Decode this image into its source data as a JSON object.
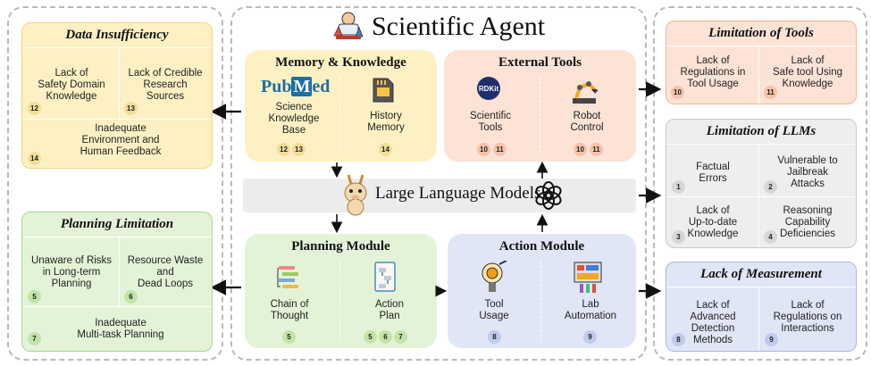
{
  "title": "Scientific Agent",
  "llm_bar": "Large Language Models",
  "left": {
    "data_insufficiency": {
      "title": "Data Insufficiency",
      "cells": [
        {
          "text": "Lack of\nSafety Domain\nKnowledge",
          "badge": "12"
        },
        {
          "text": "Lack of Credible\nResearch\nSources",
          "badge": "13"
        },
        {
          "text": "Inadequate\nEnvironment and\nHuman Feedback",
          "badge": "14"
        }
      ]
    },
    "planning_limitation": {
      "title": "Planning Limitation",
      "cells": [
        {
          "text": "Unaware of Risks\nin Long-term\nPlanning",
          "badge": "5"
        },
        {
          "text": "Resource Waste\nand\nDead Loops",
          "badge": "6"
        },
        {
          "text": "Inadequate\nMulti-task Planning",
          "badge": "7"
        }
      ]
    }
  },
  "center": {
    "memory": {
      "title": "Memory & Knowledge",
      "items": [
        {
          "label": "Science\nKnowledge\nBase",
          "badges": [
            "12",
            "13"
          ],
          "logo": "PubMed"
        },
        {
          "label": "History\nMemory",
          "badges": [
            "14"
          ]
        }
      ]
    },
    "tools": {
      "title": "External Tools",
      "items": [
        {
          "label": "Scientific\nTools",
          "badges": [
            "10",
            "11"
          ],
          "logo": "RDKit"
        },
        {
          "label": "Robot\nControl",
          "badges": [
            "10",
            "11"
          ]
        }
      ]
    },
    "planning": {
      "title": "Planning Module",
      "items": [
        {
          "label": "Chain of\nThought",
          "badges": [
            "5"
          ]
        },
        {
          "label": "Action\nPlan",
          "badges": [
            "5",
            "6",
            "7"
          ]
        }
      ]
    },
    "action": {
      "title": "Action Module",
      "items": [
        {
          "label": "Tool\nUsage",
          "badges": [
            "8"
          ]
        },
        {
          "label": "Lab\nAutomation",
          "badges": [
            "9"
          ]
        }
      ]
    }
  },
  "right": {
    "tools_limit": {
      "title": "Limitation of Tools",
      "cells": [
        {
          "text": "Lack of\nRegulations in\nTool Usage",
          "badge": "10"
        },
        {
          "text": "Lack of\nSafe tool Using\nKnowledge",
          "badge": "11"
        }
      ]
    },
    "llm_limit": {
      "title": "Limitation of LLMs",
      "cells": [
        {
          "text": "Factual\nErrors",
          "badge": "1"
        },
        {
          "text": "Vulnerable to\nJailbreak\nAttacks",
          "badge": "2"
        },
        {
          "text": "Lack of\nUp-to-date\nKnowledge",
          "badge": "3"
        },
        {
          "text": "Reasoning\nCapability\nDeficiencies",
          "badge": "4"
        }
      ]
    },
    "measurement": {
      "title": "Lack of Measurement",
      "cells": [
        {
          "text": "Lack of\nAdvanced Detection\nMethods",
          "badge": "8"
        },
        {
          "text": "Lack of\nRegulations on\nInteractions",
          "badge": "9"
        }
      ]
    }
  },
  "colors": {
    "yellow_bg": "#fdf1c4",
    "yellow_border": "#f3d77a",
    "green_bg": "#e3f3d8",
    "green_border": "#a9d68f",
    "orange_bg": "#fde3d6",
    "orange_border": "#f2b395",
    "gray_bg": "#eeeeee",
    "gray_border": "#c9c9c9",
    "blue_bg": "#e0e6f6",
    "blue_border": "#a9b7e0"
  }
}
